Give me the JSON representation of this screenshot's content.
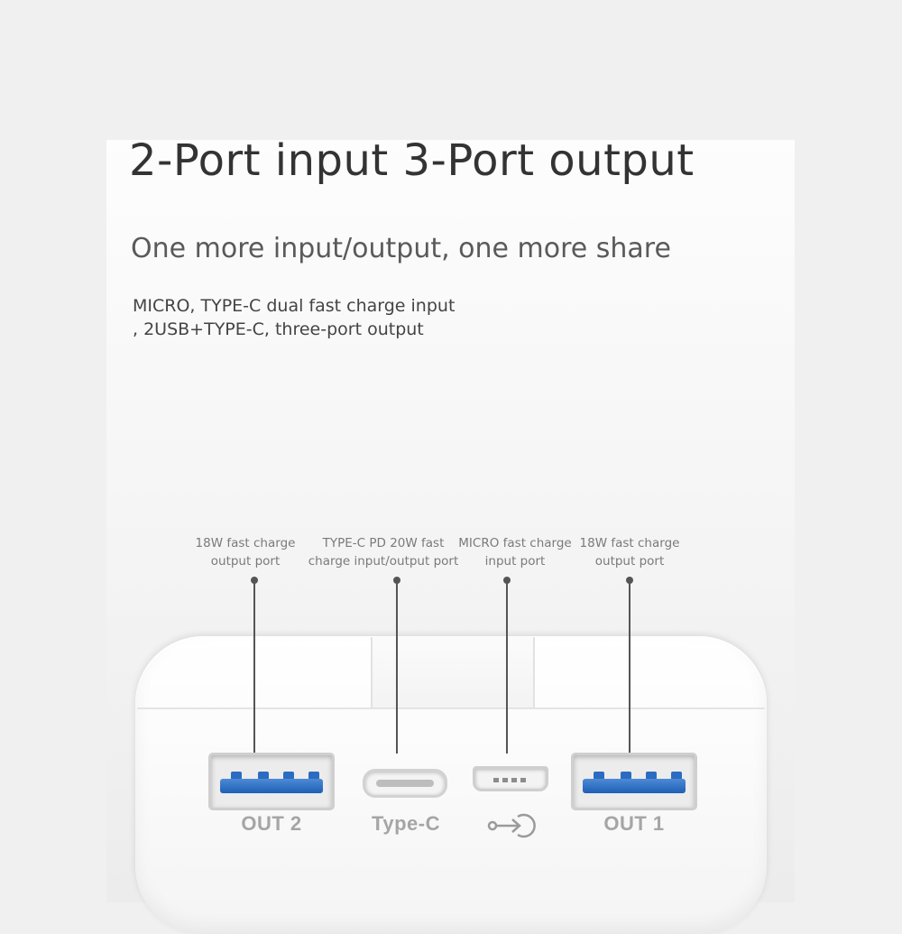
{
  "headline": "2-Port input 3-Port output",
  "subheadline": "One more input/output, one more share",
  "description": {
    "line1": "MICRO, TYPE-C dual fast charge input",
    "line2": ", 2USB+TYPE-C, three-port output"
  },
  "callouts": [
    {
      "line1": "18W fast charge",
      "line2": "output port"
    },
    {
      "line1": "TYPE-C PD 20W fast",
      "line2": "charge input/output port"
    },
    {
      "line1": "MICRO fast charge",
      "line2": "input port"
    },
    {
      "line1": "18W fast charge",
      "line2": "output port"
    }
  ],
  "port_labels": {
    "out2": "OUT 2",
    "typec": "Type-C",
    "out1": "OUT 1",
    "micro_icon": "input-arrow-icon"
  },
  "colors": {
    "usb_blue": "#2b6cc0",
    "text_dark": "#333333",
    "port_label_grey": "#a5a5a5"
  }
}
